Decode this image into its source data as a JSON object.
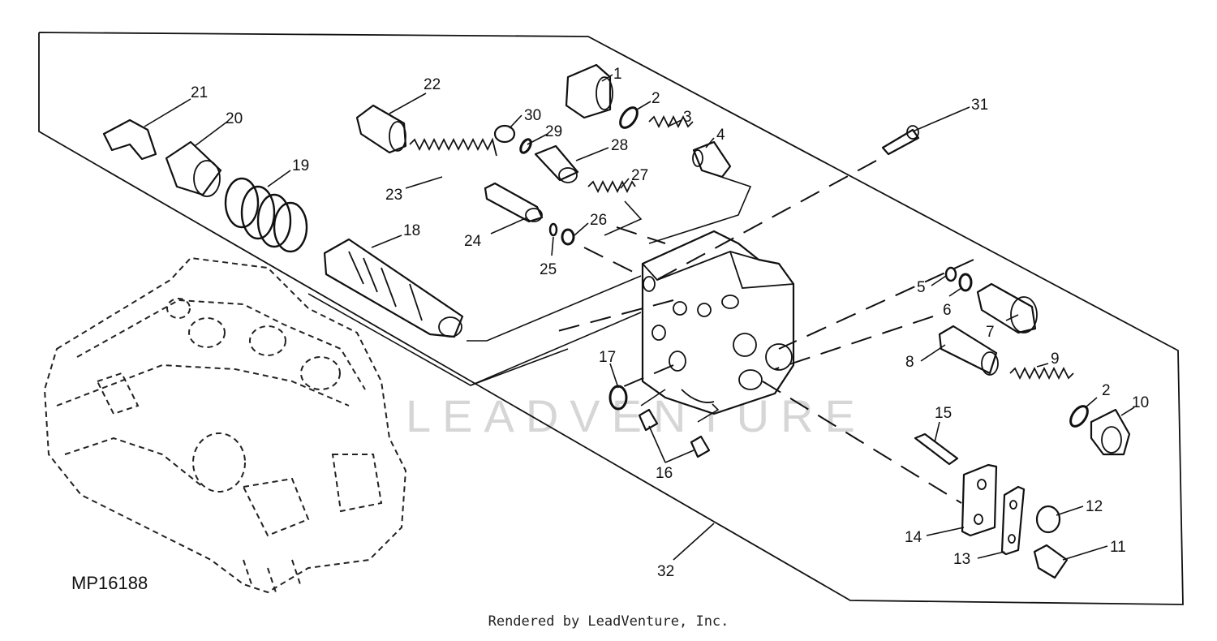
{
  "figure_id": "MP16188",
  "watermark": "LEADVENTURE",
  "footer": "Rendered by LeadVenture, Inc.",
  "callouts": {
    "c1": "1",
    "c2a": "2",
    "c2b": "2",
    "c3": "3",
    "c4": "4",
    "c5": "5",
    "c6": "6",
    "c7": "7",
    "c8": "8",
    "c9": "9",
    "c10": "10",
    "c11": "11",
    "c12": "12",
    "c13": "13",
    "c14": "14",
    "c15": "15",
    "c16": "16",
    "c17": "17",
    "c18": "18",
    "c19": "19",
    "c20": "20",
    "c21": "21",
    "c22": "22",
    "c23": "23",
    "c24": "24",
    "c25": "25",
    "c26": "26",
    "c27": "27",
    "c28": "28",
    "c29": "29",
    "c30": "30",
    "c31": "31",
    "c32": "32"
  }
}
